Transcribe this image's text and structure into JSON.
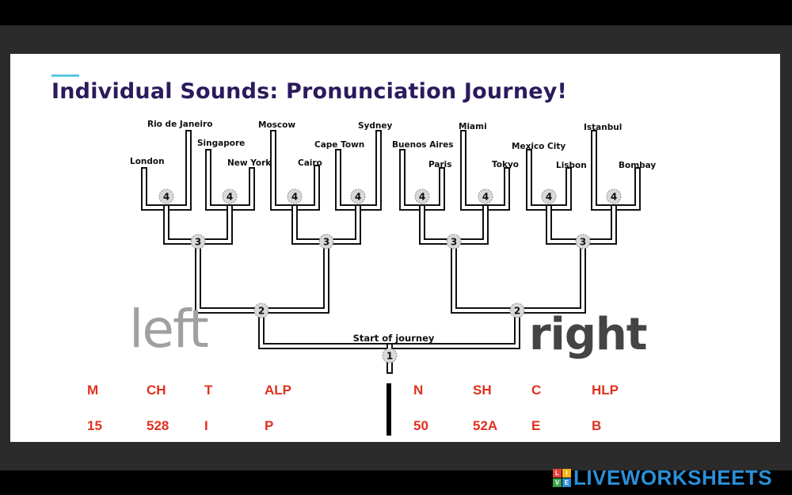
{
  "slide": {
    "title": "Individual Sounds: Pronunciation Journey!"
  },
  "diagram": {
    "start_label": "Start of journey",
    "level_numbers": {
      "start": "1",
      "level2": "2",
      "level3": "3",
      "level4": "4"
    },
    "cities": {
      "london": "London",
      "rio": "Rio de Janeiro",
      "singapore": "Singapore",
      "newyork": "New York",
      "moscow": "Moscow",
      "cairo": "Cairo",
      "capetown": "Cape Town",
      "sydney": "Sydney",
      "buenosaires": "Buenos Aires",
      "paris": "Paris",
      "miami": "Miami",
      "tokyo": "Tokyo",
      "mexicocity": "Mexico City",
      "lisbon": "Lisbon",
      "istanbul": "Istanbul",
      "bombay": "Bombay"
    },
    "left_label": "left",
    "right_label": "right"
  },
  "codes": {
    "left_row1": [
      "M",
      "CH",
      "T",
      "ALP"
    ],
    "left_row2": [
      "15",
      "528",
      "I",
      "P"
    ],
    "right_row1": [
      "N",
      "SH",
      "C",
      "HLP"
    ],
    "right_row2": [
      "50",
      "52A",
      "E",
      "B"
    ],
    "color": "#e0301e"
  },
  "watermark": {
    "text": "LIVEWORKSHEETS",
    "logo_letters": [
      "L",
      "I",
      "V",
      "E"
    ],
    "logo_colors": [
      "#e8403a",
      "#f6b21b",
      "#3aa34a",
      "#2a8fd8"
    ],
    "color": "#2a8fd8"
  }
}
